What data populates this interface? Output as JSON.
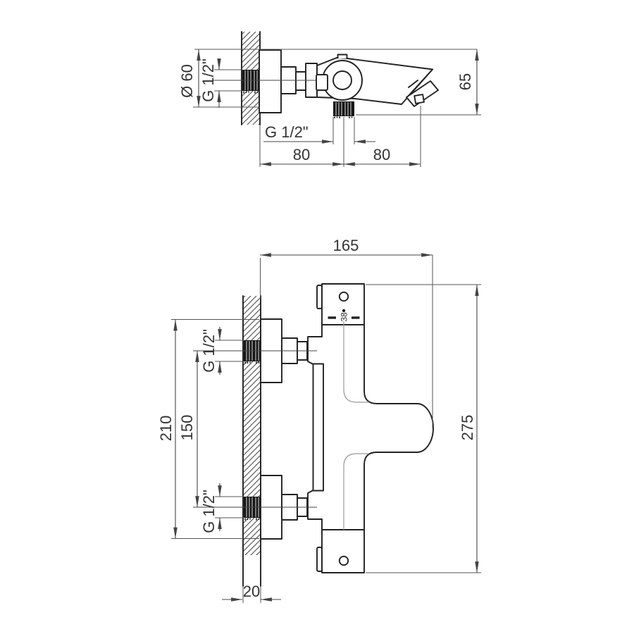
{
  "colors": {
    "background": "#ffffff",
    "object_line": "#222222",
    "dimension_line": "#444444",
    "text": "#333333",
    "thin_highlight_line": "#999999",
    "thread_fill": "#161616"
  },
  "side_view": {
    "labels": {
      "flange_diameter": "Ø 60",
      "inlet_thread": "G 1/2\"",
      "outlet_thread": "G 1/2\"",
      "spout_height": "65",
      "wall_to_outlet": "80",
      "outlet_to_aerator": "80"
    }
  },
  "front_view": {
    "labels": {
      "overall_width": "165",
      "temperature_stop": "38",
      "flange_overall_height": "210",
      "inlet_centers": "150",
      "inlet_thread_top": "G 1/2\"",
      "inlet_thread_bottom": "G 1/2\"",
      "overall_height": "275",
      "wall_thickness": "20"
    }
  }
}
